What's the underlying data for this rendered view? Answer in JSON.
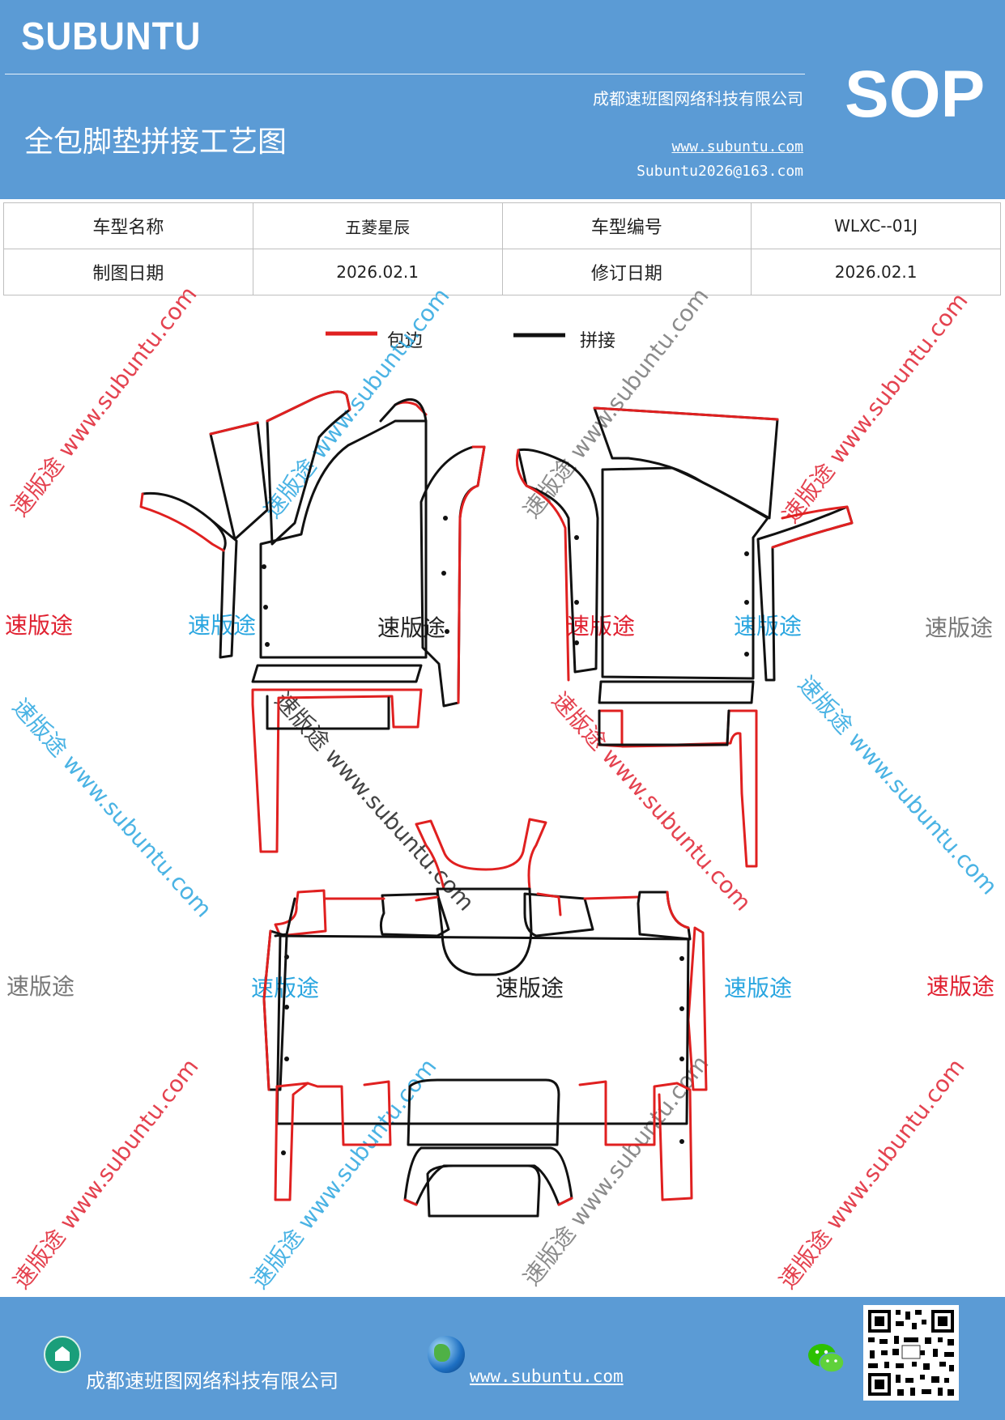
{
  "header": {
    "brand": "SUBUNTU",
    "title": "全包脚垫拼接工艺图",
    "company": "成都速班图网络科技有限公司",
    "website": "www.subuntu.com",
    "email": "Subuntu2026@163.com",
    "badge": "SOP"
  },
  "info": {
    "row1": [
      {
        "label": "车型名称",
        "value": "五菱星辰"
      },
      {
        "label": "车型编号",
        "value": "WLXC--01J"
      }
    ],
    "row2": [
      {
        "label": "制图日期",
        "value": "2026.02.1"
      },
      {
        "label": "修订日期",
        "value": "2026.02.1"
      }
    ]
  },
  "legend": {
    "red_label": "包边",
    "black_label": "拼接",
    "red_color": "#e02020",
    "black_color": "#111111"
  },
  "watermark": {
    "word": "速版途",
    "diagonal": "速版途 www.subuntu.com",
    "colors": [
      "#e02030",
      "#2aa6e0",
      "#222222",
      "#777777"
    ]
  },
  "footer": {
    "company": "成都速班图网络科技有限公司",
    "website": "www.subuntu.com",
    "icons": [
      "home-icon",
      "globe-icon",
      "wechat-icon",
      "qr-code"
    ]
  }
}
